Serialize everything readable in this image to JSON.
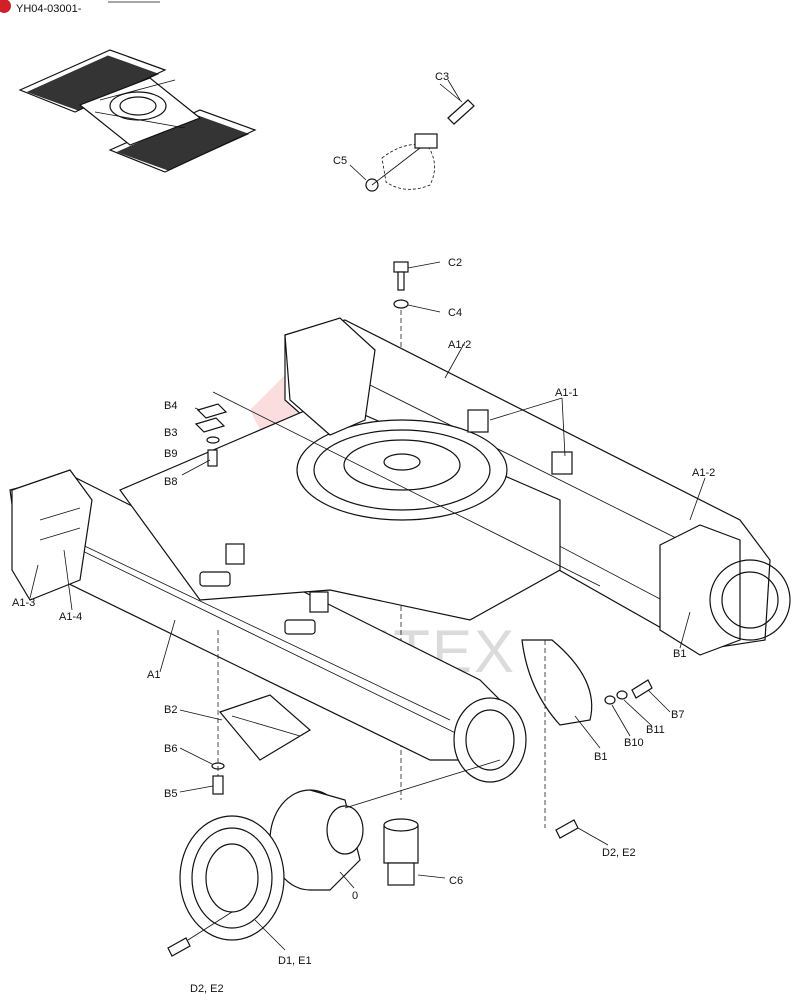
{
  "header": {
    "code": "YH04-03001-",
    "badge_color": "#d0202a"
  },
  "watermark": {
    "text": "MHTEX",
    "color": "#e8404a"
  },
  "callouts": {
    "C3": "C3",
    "C5": "C5",
    "C2": "C2",
    "C4": "C4",
    "A1_2_top": "A1-2",
    "A1_1": "A1-1",
    "A1_2_right": "A1-2",
    "B4": "B4",
    "B3": "B3",
    "B9": "B9",
    "B8": "B8",
    "A1_3": "A1-3",
    "A1_4": "A1-4",
    "A1": "A1",
    "B1_right": "B1",
    "B7": "B7",
    "B11": "B11",
    "B10": "B10",
    "B1_lower": "B1",
    "B2": "B2",
    "B6": "B6",
    "B5": "B5",
    "D2E2_right": "D2, E2",
    "C6": "C6",
    "zero": "0",
    "D1E1": "D1, E1",
    "D2E2_left": "D2, E2"
  }
}
